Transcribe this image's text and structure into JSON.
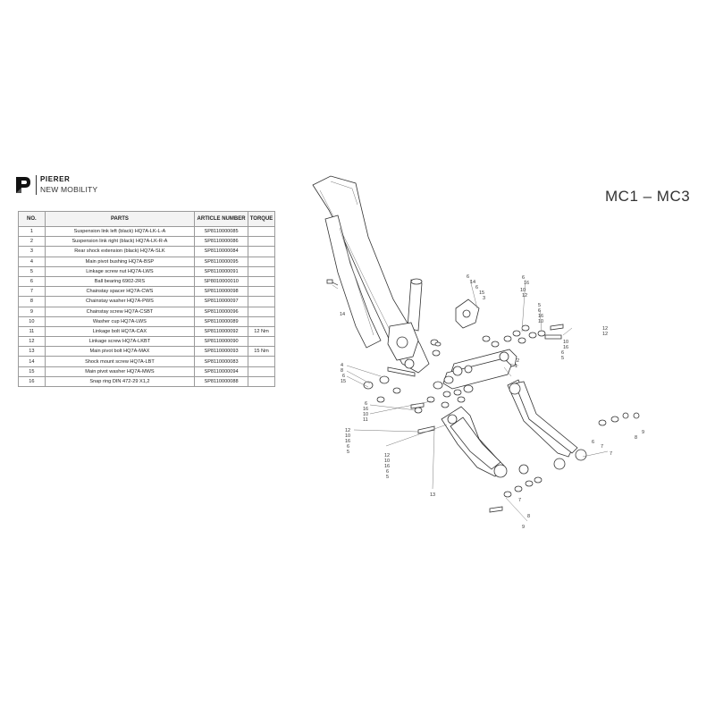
{
  "brand": {
    "name": "PIERER",
    "sub": "NEW MOBILITY"
  },
  "model": "MC1 – MC3",
  "table": {
    "headers": [
      "NO.",
      "PARTS",
      "ARTICLE NUMBER",
      "TORQUE"
    ],
    "rows": [
      {
        "no": "1",
        "part": "Suspension link left (black) HQ7A-LK-L-A",
        "article": "SP8110000085",
        "torque": ""
      },
      {
        "no": "2",
        "part": "Suspension link right (black) HQ7A-LK-R-A",
        "article": "SP8110000086",
        "torque": ""
      },
      {
        "no": "3",
        "part": "Rear shock extension (black) HQ7A-SLK",
        "article": "SP8110000084",
        "torque": ""
      },
      {
        "no": "4",
        "part": "Main pivot bushing HQ7A-BSP",
        "article": "SP8110000095",
        "torque": ""
      },
      {
        "no": "5",
        "part": "Linkage screw nut HQ7A-LWS",
        "article": "SP8110000091",
        "torque": ""
      },
      {
        "no": "6",
        "part": "Ball bearing 6902-2RS",
        "article": "SP8010000010",
        "torque": ""
      },
      {
        "no": "7",
        "part": "Chainstay spacer HQ7A-CWS",
        "article": "SP8110000098",
        "torque": ""
      },
      {
        "no": "8",
        "part": "Chainstay washer HQ7A-PWS",
        "article": "SP8110000097",
        "torque": ""
      },
      {
        "no": "9",
        "part": "Chainstay screw HQ7A-CSBT",
        "article": "SP8110000096",
        "torque": ""
      },
      {
        "no": "10",
        "part": "Washer cup HQ7A-LWS",
        "article": "SP8110000089",
        "torque": ""
      },
      {
        "no": "11",
        "part": "Linkage bolt HQ7A-CAX",
        "article": "SP8110000092",
        "torque": "12 Nm"
      },
      {
        "no": "12",
        "part": "Linkage screw HQ7A-LKBT",
        "article": "SP8110000090",
        "torque": ""
      },
      {
        "no": "13",
        "part": "Main pivot bolt HQ7A-MAX",
        "article": "SP8110000093",
        "torque": "15 Nm"
      },
      {
        "no": "14",
        "part": "Shock mount screw HQ7A-LBT",
        "article": "SP8110000083",
        "torque": ""
      },
      {
        "no": "15",
        "part": "Main pivot washer HQ7A-MWS",
        "article": "SP8110000094",
        "torque": ""
      },
      {
        "no": "16",
        "part": "Snap ring DIN 472-29 X1,2",
        "article": "SP8110000088",
        "torque": ""
      }
    ]
  },
  "callouts": [
    "1",
    "2",
    "3",
    "4",
    "5",
    "6",
    "7",
    "8",
    "9",
    "10",
    "11",
    "12",
    "13",
    "14",
    "15",
    "16"
  ]
}
